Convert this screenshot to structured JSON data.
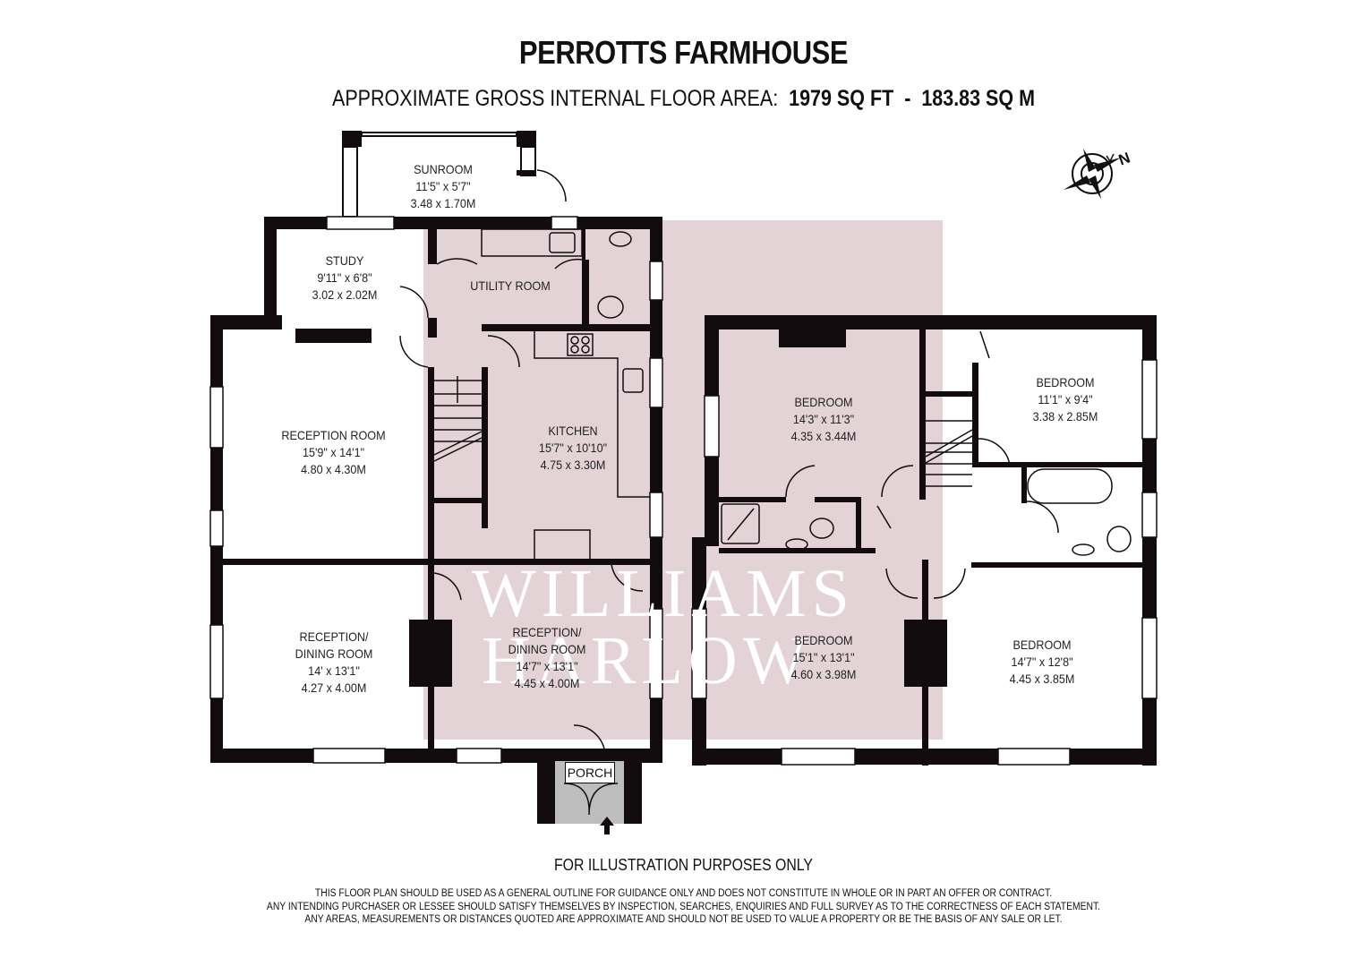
{
  "header": {
    "title": "PERROTTS FARMHOUSE",
    "area_label": "APPROXIMATE GROSS INTERNAL FLOOR AREA:",
    "area_sqft": "1979 SQ FT",
    "separator": "-",
    "area_sqm": "183.83 SQ M"
  },
  "compass": {
    "icon": "compass-rose-icon",
    "north_label": "N"
  },
  "watermark": {
    "line1": "WILLIAMS",
    "line2": "HARLOW",
    "color": "#e3d2d6"
  },
  "ground_floor": {
    "rooms": [
      {
        "name": "SUNROOM",
        "imperial": "11'5\" x 5'7\"",
        "metric": "3.48 x 1.70M"
      },
      {
        "name": "STUDY",
        "imperial": "9'11\" x 6'8\"",
        "metric": "3.02 x 2.02M"
      },
      {
        "name": "UTILITY ROOM"
      },
      {
        "name": "RECEPTION ROOM",
        "imperial": "15'9\" x 14'1\"",
        "metric": "4.80 x 4.30M"
      },
      {
        "name": "KITCHEN",
        "imperial": "15'7\" x 10'10\"",
        "metric": "4.75 x 3.30M"
      },
      {
        "name": "RECEPTION/",
        "name2": "DINING ROOM",
        "imperial": "14' x 13'1\"",
        "metric": "4.27 x 4.00M"
      },
      {
        "name": "RECEPTION/",
        "name2": "DINING ROOM",
        "imperial": "14'7\" x 13'1\"",
        "metric": "4.45 x 4.00M"
      },
      {
        "name": "PORCH"
      }
    ]
  },
  "first_floor": {
    "rooms": [
      {
        "name": "BEDROOM",
        "imperial": "14'3\" x 11'3\"",
        "metric": "4.35 x 3.44M"
      },
      {
        "name": "BEDROOM",
        "imperial": "11'1\" x 9'4\"",
        "metric": "3.38 x 2.85M"
      },
      {
        "name": "BEDROOM",
        "imperial": "15'1\" x 13'1\"",
        "metric": "4.60 x 3.98M"
      },
      {
        "name": "BEDROOM",
        "imperial": "14'7\" x 12'8\"",
        "metric": "4.45 x 3.85M"
      }
    ]
  },
  "footer": {
    "notice": "FOR ILLUSTRATION PURPOSES ONLY",
    "disclaimer": [
      "THIS FLOOR PLAN SHOULD BE USED AS A GENERAL OUTLINE FOR GUIDANCE ONLY AND DOES NOT CONSTITUTE IN WHOLE OR IN PART AN OFFER OR CONTRACT.",
      "ANY INTENDING PURCHASER OR LESSEE SHOULD SATISFY THEMSELVES BY INSPECTION, SEARCHES, ENQUIRIES AND FULL SURVEY AS TO THE CORRECTNESS OF EACH STATEMENT.",
      "ANY AREAS, MEASUREMENTS OR DISTANCES QUOTED ARE APPROXIMATE AND SHOULD NOT BE USED TO VALUE A PROPERTY OR BE THE BASIS OF ANY SALE OR LET."
    ]
  }
}
